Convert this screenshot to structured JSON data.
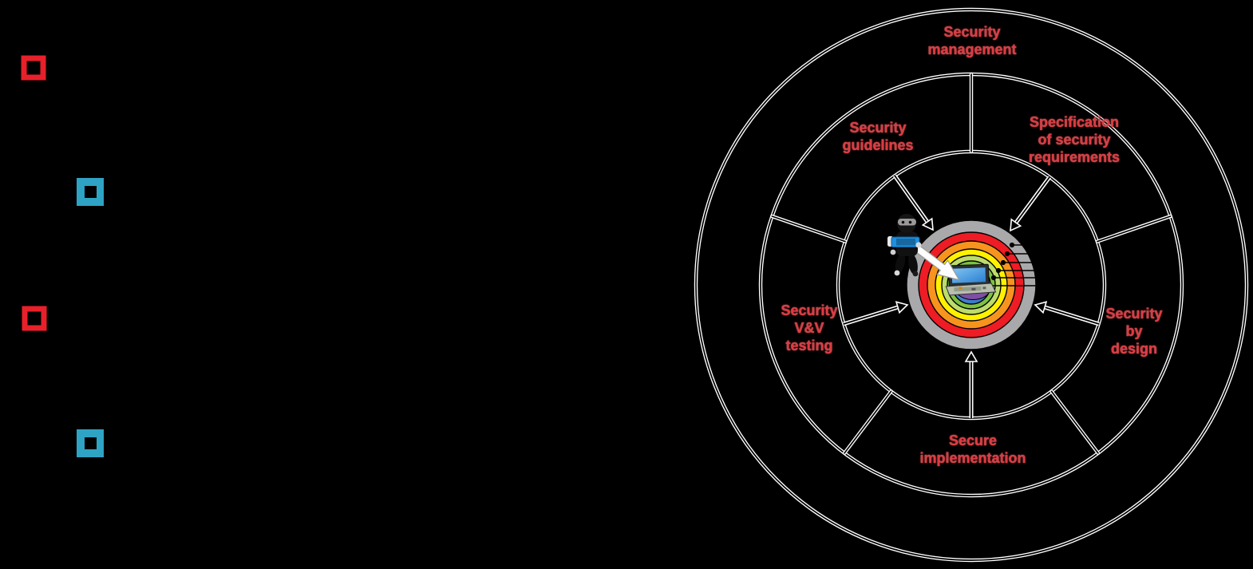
{
  "slide": {
    "background": "#000000",
    "bullets": [
      {
        "style": "red-outline",
        "color": "#e8202a"
      },
      {
        "style": "teal-filled",
        "color": "#2ea3c4",
        "hole_color": "#000000"
      },
      {
        "style": "red-outline",
        "color": "#e8202a"
      },
      {
        "style": "teal-filled",
        "color": "#2ea3c4",
        "hole_color": "#000000"
      }
    ]
  },
  "diagram": {
    "type": "security-lifecycle-wheel",
    "label_color": "#dc3b41",
    "line_outer_color": "#ffffff",
    "line_inner_color": "#000000",
    "labels": {
      "management": {
        "line1": "Security",
        "line2": "management"
      },
      "guidelines": {
        "line1": "Security",
        "line2": "guidelines"
      },
      "specification": {
        "line1": "Specification",
        "line2": "of security",
        "line3": "requirements"
      },
      "vv_testing": {
        "line1": "Security",
        "line2": "V&V",
        "line3": "testing"
      },
      "by_design": {
        "line1": "Security",
        "line2": "by",
        "line3": "design"
      },
      "implementation": {
        "line1": "Secure",
        "line2": "implementation"
      }
    },
    "target_rings": {
      "gray": "#a9a9ab",
      "red": "#ee1c24",
      "orange": "#f7941e",
      "yellow": "#fff100",
      "light_green": "#bcdc6b",
      "green": "#7ec141",
      "blue": "#3d7cc9",
      "purple": "#7e4fa5"
    },
    "center_icons": {
      "hacker": {
        "body_color": "#111111",
        "device_color": "#1f8fe0",
        "mask_color": "#9a9a9a"
      },
      "laptop": {
        "screen_color": "#4aa0e8",
        "base_color": "#b9bfae"
      },
      "attack_arrow_color": "#fdfdfd"
    }
  }
}
